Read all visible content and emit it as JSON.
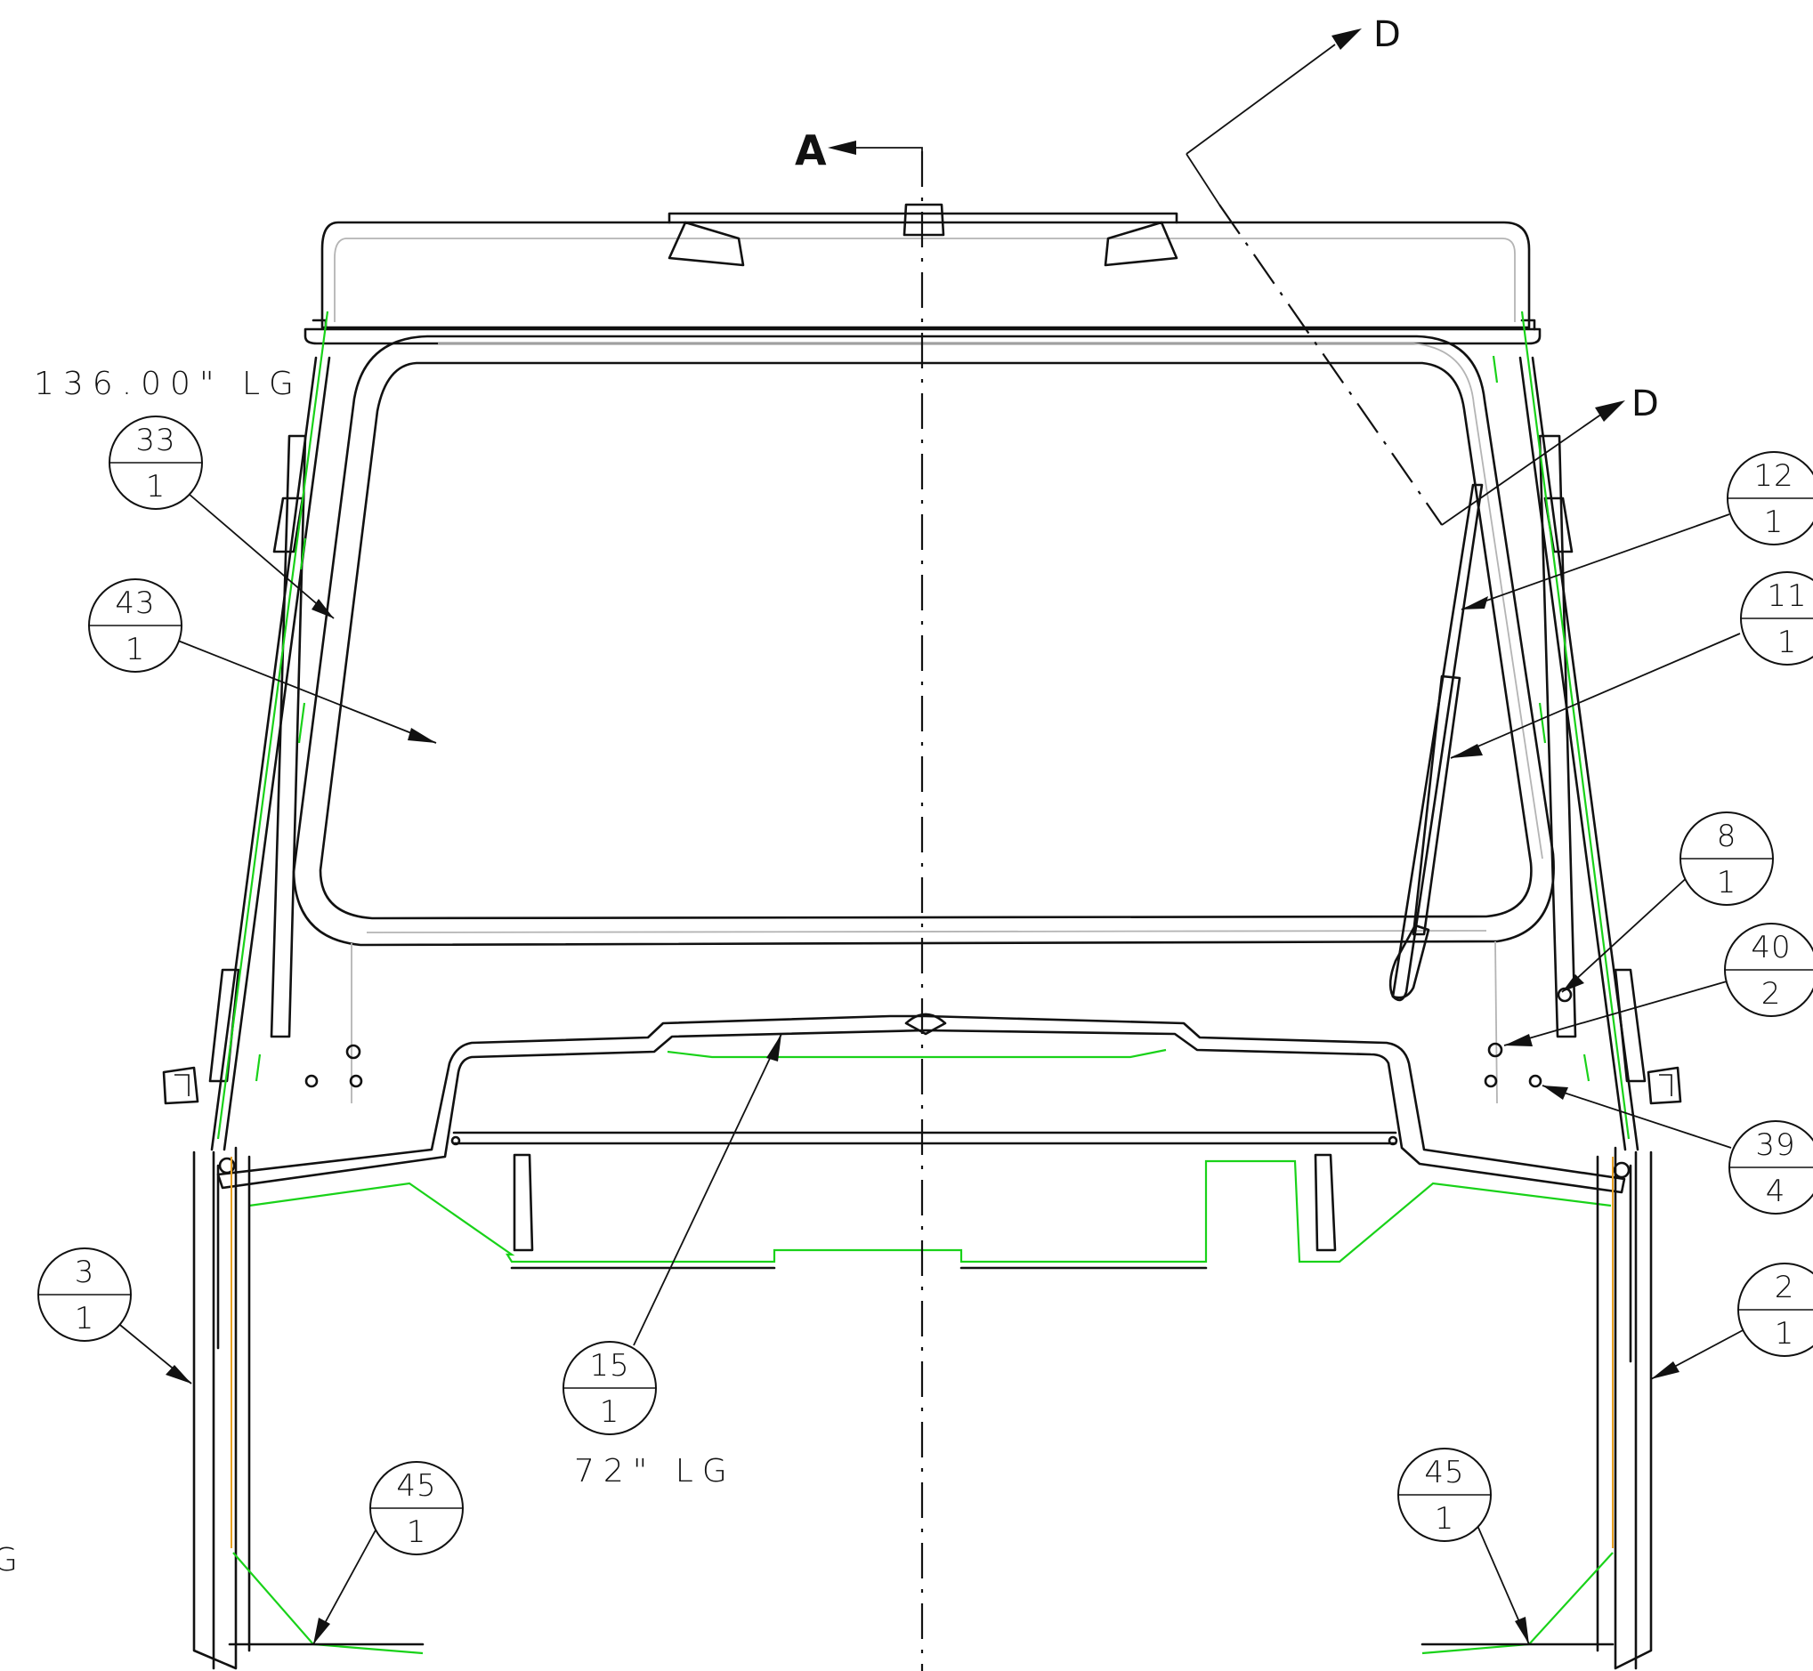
{
  "notes": {
    "top_length": "136.00\" LG",
    "mid_length": "72\" LG",
    "cut_left_edge": "G"
  },
  "section_labels": {
    "section_a": "A",
    "section_d_top": "D",
    "section_d_mid": "D"
  },
  "callouts": [
    {
      "id": "33",
      "qty": "1"
    },
    {
      "id": "43",
      "qty": "1"
    },
    {
      "id": "12",
      "qty": "1"
    },
    {
      "id": "11",
      "qty": "1"
    },
    {
      "id": "8",
      "qty": "1"
    },
    {
      "id": "40",
      "qty": "2"
    },
    {
      "id": "39",
      "qty": "4"
    },
    {
      "id": "3",
      "qty": "1"
    },
    {
      "id": "2",
      "qty": "1"
    },
    {
      "id": "15",
      "qty": "1"
    },
    {
      "id": "45",
      "qty": "1"
    },
    {
      "id": "45",
      "qty": "1"
    }
  ],
  "colors": {
    "linework": "#111111",
    "hidden_detail": "#b4b4b4",
    "reference_green": "#19d219",
    "seal_orange": "#e8a020"
  }
}
